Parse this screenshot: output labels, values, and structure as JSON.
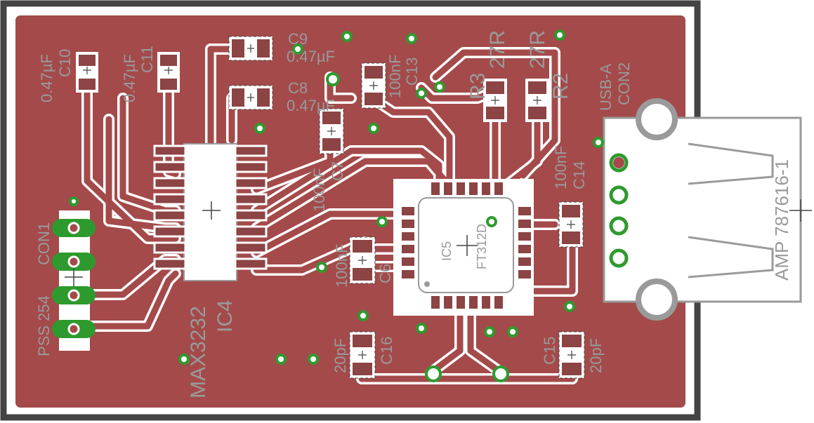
{
  "board": {
    "colors": {
      "copper": "#a44a4a",
      "background": "#ffffff",
      "outline": "#444444",
      "silkscreen": "#9a9a9a",
      "pad": "#8c4444",
      "via": "#2e9a2e",
      "connector_shell": "#9a9a9a"
    }
  },
  "labels": {
    "c10_value": "0.47µF",
    "c10_ref": "C10",
    "c11_value": "0.47µF",
    "c11_ref": "C11",
    "c9_ref": "C9",
    "c9_value": "0.47µF",
    "c8_ref": "C8",
    "c8_value": "0.47µF",
    "c13_value": "100nF",
    "c13_ref": "C13",
    "r3_value": "27R",
    "r3_ref": "R3",
    "r2_value": "27R",
    "r2_ref": "R2",
    "usb_type": "USB-A",
    "usb_ref": "CON2",
    "c7_value": "100nF",
    "c7_ref": "C7",
    "c14_value": "100nF",
    "c14_ref": "C14",
    "con1_ref": "CON1",
    "con1_value": "PSS 254",
    "ic4_value": "MAX3232",
    "ic4_ref": "IC4",
    "c6_value": "100nF",
    "c6_ref": "C6",
    "ic5_ref": "IC5",
    "ic5_value": "FT312D",
    "amp_part": "AMP 787616-1",
    "c16_value": "20pF",
    "c16_ref": "C16",
    "c15_ref": "C15",
    "c15_value": "20pF"
  }
}
